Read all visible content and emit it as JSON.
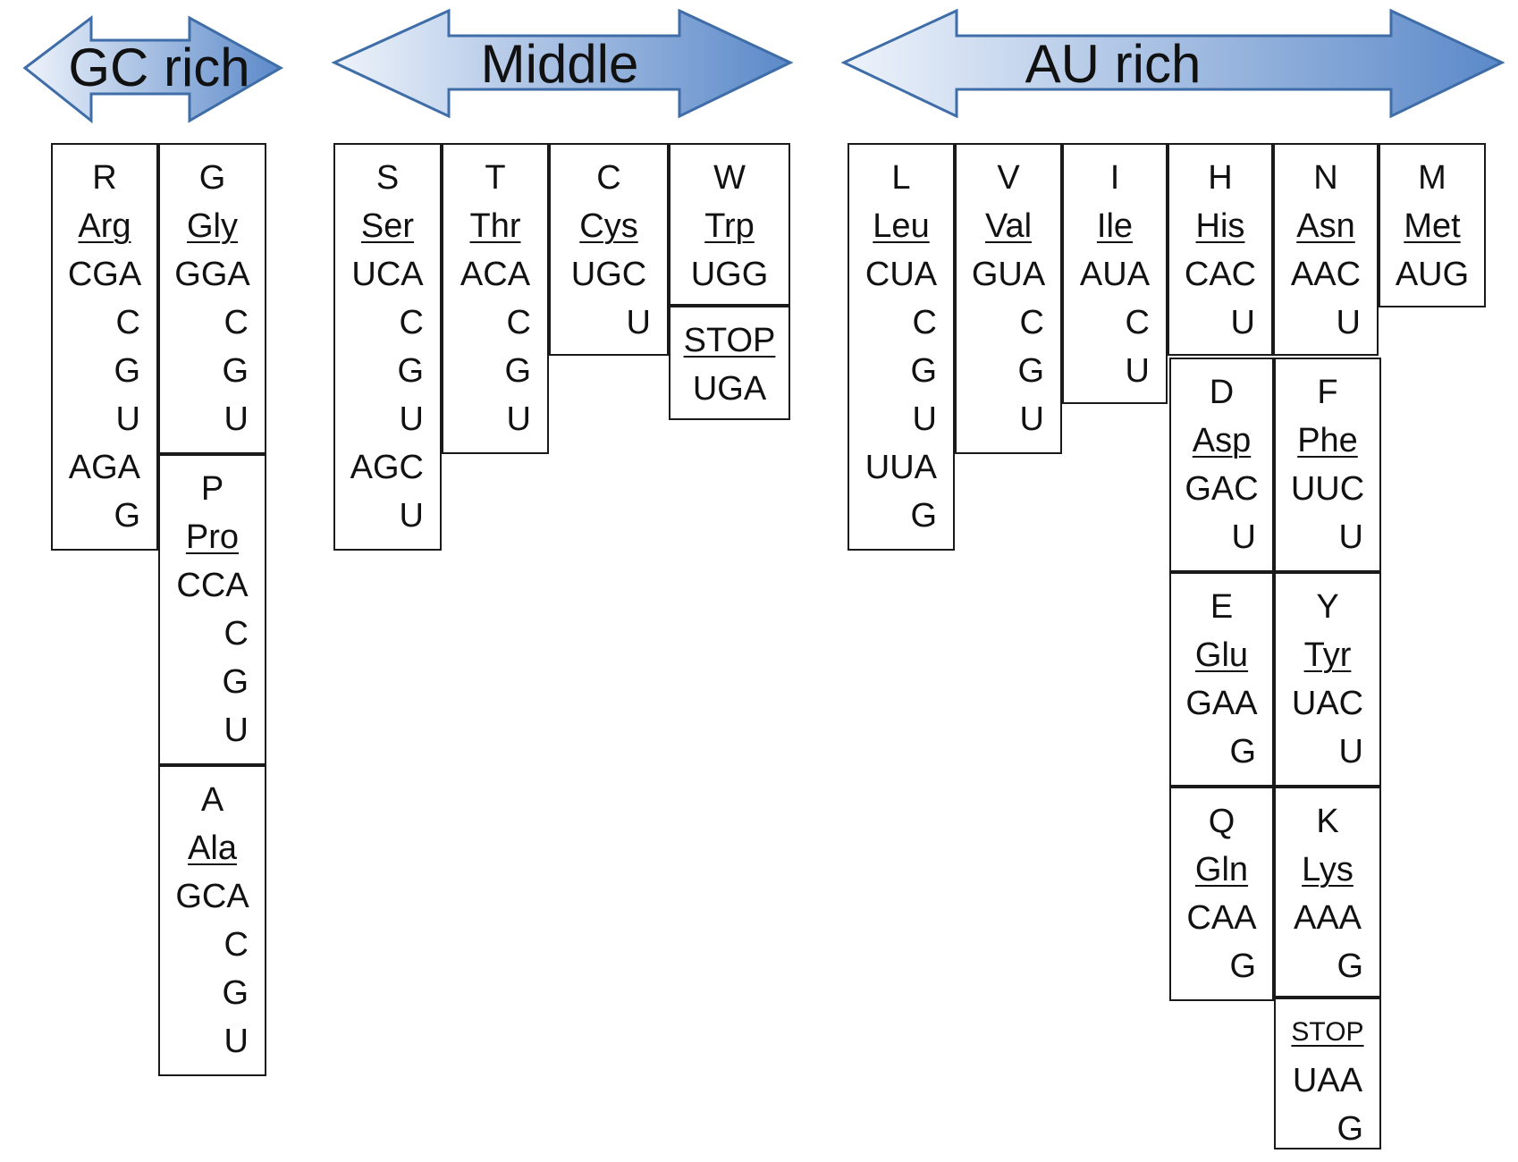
{
  "arrows": [
    {
      "id": "gc-rich",
      "label": "GC rich"
    },
    {
      "id": "middle",
      "label": "Middle"
    },
    {
      "id": "au-rich",
      "label": "AU rich"
    }
  ],
  "colors": {
    "arrow_fill_light": "#eef3fb",
    "arrow_fill_dark": "#5b89c9",
    "arrow_stroke": "#3e6da8",
    "box_border": "#1a1a1a"
  },
  "boxes": {
    "arg": {
      "letter": "R",
      "name": "Arg",
      "codon": "CGA",
      "alts": [
        "C",
        "G",
        "U",
        "AGA",
        "G"
      ]
    },
    "gly": {
      "letter": "G",
      "name": "Gly",
      "codon": "GGA",
      "alts": [
        "C",
        "G",
        "U"
      ]
    },
    "pro": {
      "letter": "P",
      "name": "Pro",
      "codon": "CCA",
      "alts": [
        "C",
        "G",
        "U"
      ]
    },
    "ala": {
      "letter": "A",
      "name": "Ala",
      "codon": "GCA",
      "alts": [
        "C",
        "G",
        "U"
      ]
    },
    "ser": {
      "letter": "S",
      "name": "Ser",
      "codon": "UCA",
      "alts": [
        "C",
        "G",
        "U",
        "AGC",
        "U"
      ]
    },
    "thr": {
      "letter": "T",
      "name": "Thr",
      "codon": "ACA",
      "alts": [
        "C",
        "G",
        "U"
      ]
    },
    "cys": {
      "letter": "C",
      "name": "Cys",
      "codon": "UGC",
      "alts": [
        "U"
      ]
    },
    "trp": {
      "letter": "W",
      "name": "Trp",
      "codon": "UGG",
      "alts": []
    },
    "stop_uga": {
      "letter": "",
      "name": "STOP",
      "codon": "UGA",
      "alts": []
    },
    "leu": {
      "letter": "L",
      "name": "Leu",
      "codon": "CUA",
      "alts": [
        "C",
        "G",
        "U",
        "UUA",
        "G"
      ]
    },
    "val": {
      "letter": "V",
      "name": "Val",
      "codon": "GUA",
      "alts": [
        "C",
        "G",
        "U"
      ]
    },
    "ile": {
      "letter": "I",
      "name": "Ile",
      "codon": "AUA",
      "alts": [
        "C",
        "U"
      ]
    },
    "his": {
      "letter": "H",
      "name": "His",
      "codon": "CAC",
      "alts": [
        "U"
      ]
    },
    "asn": {
      "letter": "N",
      "name": "Asn",
      "codon": "AAC",
      "alts": [
        "U"
      ]
    },
    "met": {
      "letter": "M",
      "name": "Met",
      "codon": "AUG",
      "alts": []
    },
    "asp": {
      "letter": "D",
      "name": "Asp",
      "codon": "GAC",
      "alts": [
        "U"
      ]
    },
    "phe": {
      "letter": "F",
      "name": "Phe",
      "codon": "UUC",
      "alts": [
        "U"
      ]
    },
    "glu": {
      "letter": "E",
      "name": "Glu",
      "codon": "GAA",
      "alts": [
        "G"
      ]
    },
    "tyr": {
      "letter": "Y",
      "name": "Tyr",
      "codon": "UAC",
      "alts": [
        "U"
      ]
    },
    "gln": {
      "letter": "Q",
      "name": "Gln",
      "codon": "CAA",
      "alts": [
        "G"
      ]
    },
    "lys": {
      "letter": "K",
      "name": "Lys",
      "codon": "AAA",
      "alts": [
        "G"
      ]
    },
    "stop_uaa": {
      "letter": "",
      "name": "STOP",
      "codon": "UAA",
      "alts": [
        "G"
      ]
    }
  }
}
